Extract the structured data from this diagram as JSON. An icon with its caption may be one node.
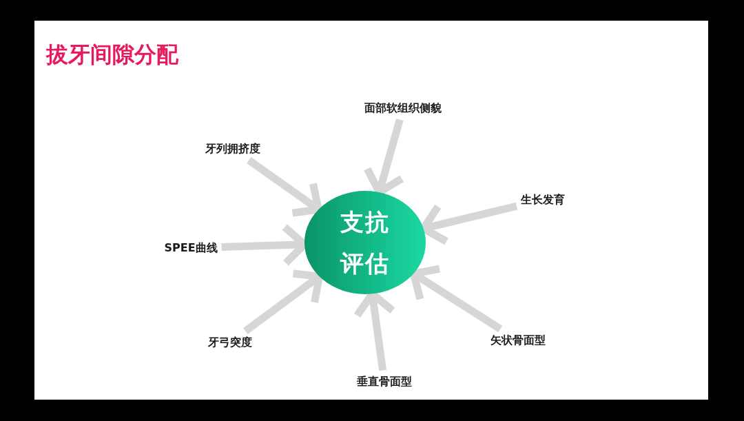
{
  "diagram": {
    "title": "拔牙间隙分配",
    "nodes": [
      {
        "text": [
          "面部软组织侧貌"
        ]
      },
      {
        "text": [
          "牙列拥挤度"
        ]
      },
      {
        "text": [
          "生长发育"
        ]
      },
      {
        "text": [
          "支抗评估"
        ]
      },
      {
        "text": [
          "SPEE曲线"
        ]
      },
      {
        "text": [
          "牙弓突度"
        ]
      },
      {
        "text": [
          "矢状骨面型"
        ]
      },
      {
        "text": [
          "垂直骨面型"
        ]
      }
    ],
    "edges": [
      {
        "from": 0,
        "to": 3,
        "arrow": "to"
      },
      {
        "from": 1,
        "to": 3,
        "arrow": "to"
      },
      {
        "from": 2,
        "to": 3,
        "arrow": "to"
      },
      {
        "from": 4,
        "to": 3,
        "arrow": "to"
      },
      {
        "from": 5,
        "to": 3,
        "arrow": "to"
      },
      {
        "from": 6,
        "to": 3,
        "arrow": "to"
      },
      {
        "from": 7,
        "to": 3,
        "arrow": "to"
      }
    ]
  }
}
